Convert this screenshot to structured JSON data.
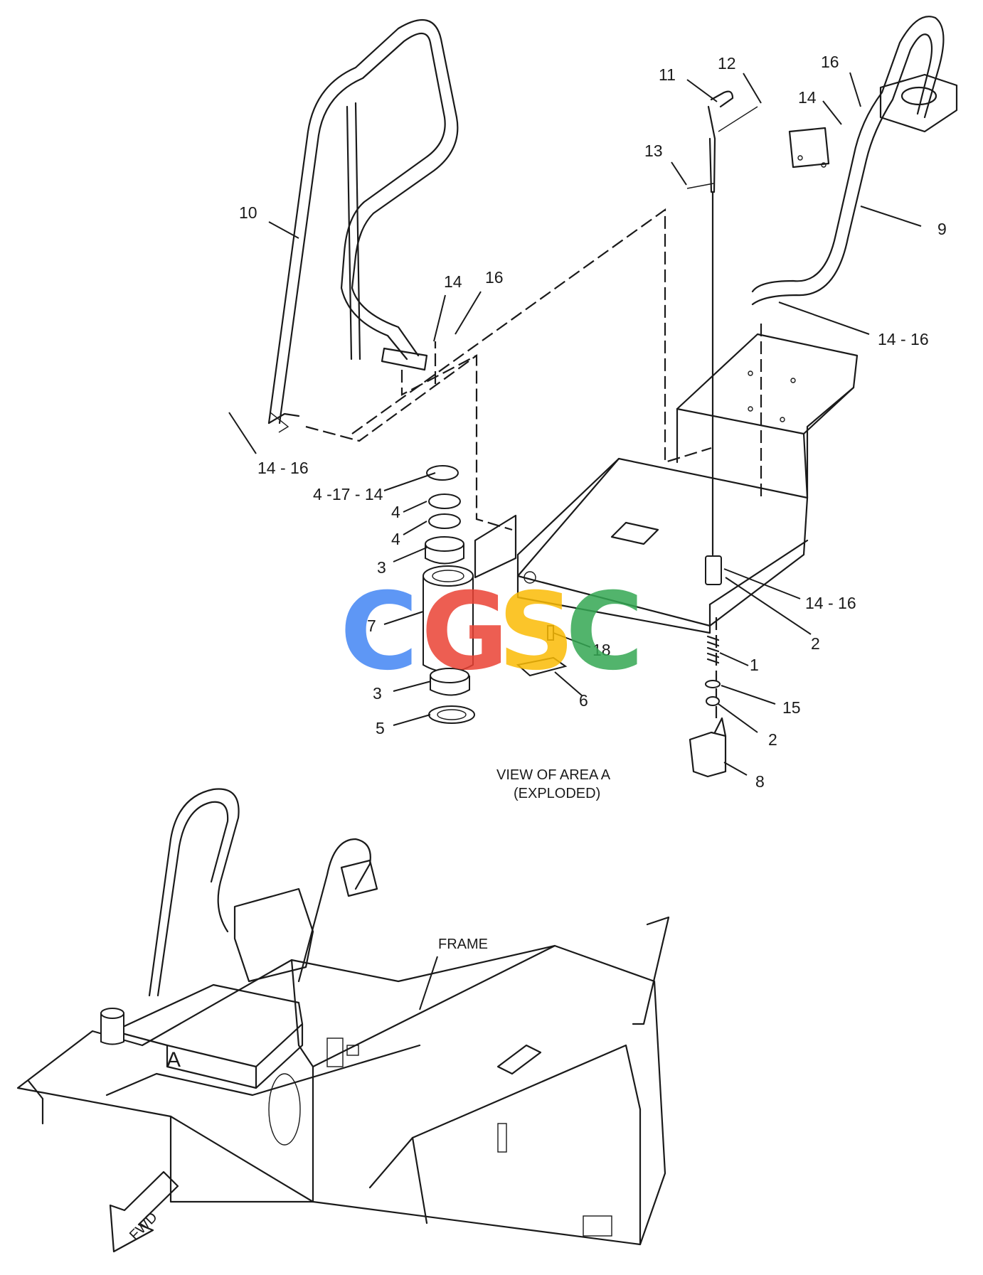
{
  "diagram": {
    "callouts": {
      "c10": "10",
      "c11": "11",
      "c12": "12",
      "c13": "13",
      "c16_top": "16",
      "c14_top": "14",
      "c9": "9",
      "c14_mid": "14",
      "c16_mid": "16",
      "c14_16_right": "14 - 16",
      "c14_16_left": "14 - 16",
      "c4_17_14": "4 -17 - 14",
      "c4_a": "4",
      "c4_b": "4",
      "c3_top": "3",
      "c7": "7",
      "c18": "18",
      "c14_16_lower": "14 - 16",
      "c2_upper": "2",
      "c1": "1",
      "c15": "15",
      "c2_lower": "2",
      "c6": "6",
      "c3_bottom": "3",
      "c5": "5",
      "c8": "8"
    },
    "caption_line1": "VIEW OF AREA  A",
    "caption_line2": "(EXPLODED)",
    "frame_label": "FRAME",
    "area_label": "A",
    "fwd_label": "FWD"
  },
  "watermark": {
    "letters": [
      "C",
      "G",
      "S",
      "C"
    ],
    "colors": [
      "#4285f4",
      "#ea4335",
      "#fbbc05",
      "#34a853"
    ]
  }
}
